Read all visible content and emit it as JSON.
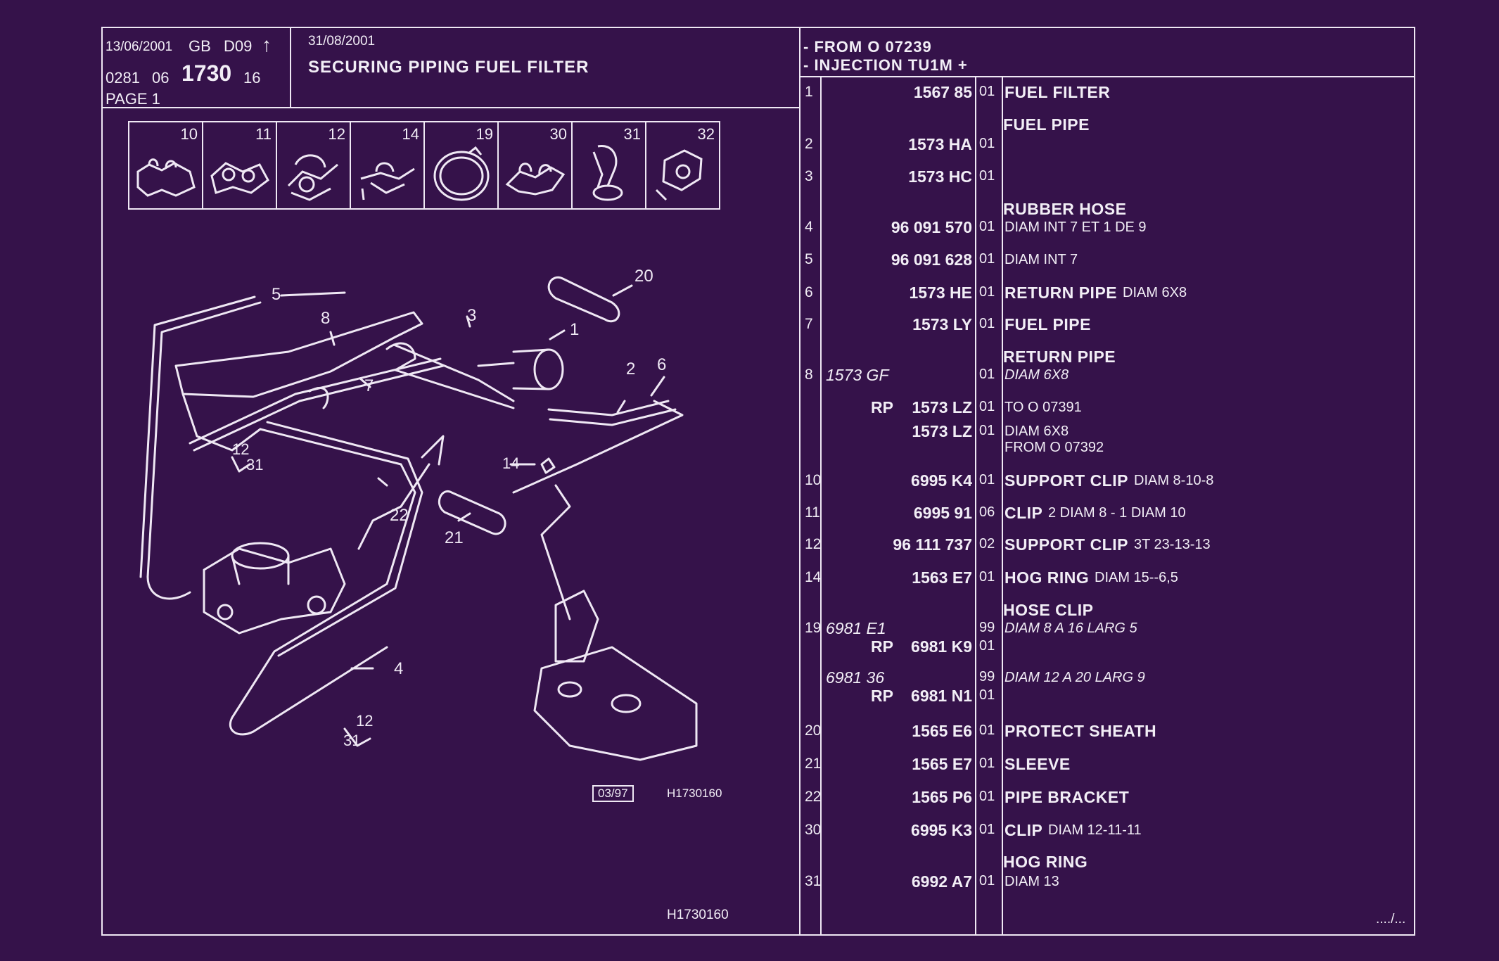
{
  "header": {
    "date_left": "13/06/2001",
    "lang": "GB",
    "code": "D09",
    "arrow": "↑",
    "ref_a": "0281",
    "ref_b": "06",
    "ref_main": "1730",
    "ref_c": "16",
    "page": "PAGE  1",
    "date_right": "31/08/2001",
    "title": "SECURING PIPING FUEL FILTER",
    "range_1": "- FROM  O   07239",
    "range_2": "- INJECTION TU1M +"
  },
  "thumbnails": [
    "10",
    "11",
    "12",
    "14",
    "19",
    "30",
    "31",
    "32"
  ],
  "diagram": {
    "callouts": [
      "5",
      "8",
      "3",
      "1",
      "20",
      "2",
      "6",
      "7",
      "12",
      "31",
      "22",
      "14",
      "21",
      "4",
      "12",
      "31"
    ],
    "stamp": "03/97",
    "code_inline": "H1730160",
    "code_bottom": "H1730160"
  },
  "parts": [
    {
      "no": "1",
      "ref": "1567 85",
      "qty": "01",
      "desc": "FUEL FILTER"
    },
    {
      "heading": "FUEL PIPE"
    },
    {
      "no": "2",
      "ref": "1573 HA",
      "qty": "01"
    },
    {
      "no": "3",
      "ref": "1573 HC",
      "qty": "01"
    },
    {
      "heading": "RUBBER HOSE"
    },
    {
      "no": "4",
      "ref": "96 091 570",
      "qty": "01",
      "note": "DIAM INT 7 ET 1 DE 9"
    },
    {
      "no": "5",
      "ref": "96 091 628",
      "qty": "01",
      "note": "DIAM INT 7"
    },
    {
      "no": "6",
      "ref": "1573 HE",
      "qty": "01",
      "desc": "RETURN PIPE",
      "note": "DIAM 6X8"
    },
    {
      "no": "7",
      "ref": "1573 LY",
      "qty": "01",
      "desc": "FUEL PIPE"
    },
    {
      "heading": "RETURN PIPE"
    },
    {
      "no": "8",
      "ref_old": "1573 GF",
      "qty": "01",
      "note": "DIAM 6X8"
    },
    {
      "rp": "RP",
      "ref": "1573 LZ",
      "qty": "01",
      "note": "TO  O  07391"
    },
    {
      "ref": "1573 LZ",
      "qty": "01",
      "note": "DIAM 6X8",
      "note2": "FROM  O  07392"
    },
    {
      "no": "10",
      "ref": "6995 K4",
      "qty": "01",
      "desc": "SUPPORT CLIP",
      "note": "DIAM 8-10-8"
    },
    {
      "no": "11",
      "ref": "6995 91",
      "qty": "06",
      "desc": "CLIP",
      "note": "2 DIAM 8 - 1 DIAM 10"
    },
    {
      "no": "12",
      "ref": "96 111 737",
      "qty": "02",
      "desc": "SUPPORT CLIP",
      "note": "3T 23-13-13"
    },
    {
      "no": "14",
      "ref": "1563 E7",
      "qty": "01",
      "desc": "HOG RING",
      "note": "DIAM 15--6,5"
    },
    {
      "heading": "HOSE CLIP"
    },
    {
      "no": "19",
      "ref_old": "6981 E1",
      "qty": "99",
      "note": "DIAM 8 A 16 LARG 5"
    },
    {
      "rp": "RP",
      "ref": "6981 K9",
      "qty": "01"
    },
    {
      "ref_old": "6981 36",
      "qty": "99",
      "note": "DIAM 12 A 20 LARG 9"
    },
    {
      "rp": "RP",
      "ref": "6981 N1",
      "qty": "01"
    },
    {
      "no": "20",
      "ref": "1565 E6",
      "qty": "01",
      "desc": "PROTECT SHEATH"
    },
    {
      "no": "21",
      "ref": "1565 E7",
      "qty": "01",
      "desc": "SLEEVE"
    },
    {
      "no": "22",
      "ref": "1565 P6",
      "qty": "01",
      "desc": "PIPE BRACKET"
    },
    {
      "no": "30",
      "ref": "6995 K3",
      "qty": "01",
      "desc": "CLIP",
      "note": "DIAM 12-11-11"
    },
    {
      "heading": "HOG RING"
    },
    {
      "no": "31",
      "ref": "6992 A7",
      "qty": "01",
      "note": "DIAM 13"
    }
  ],
  "continuation": "..../..."
}
